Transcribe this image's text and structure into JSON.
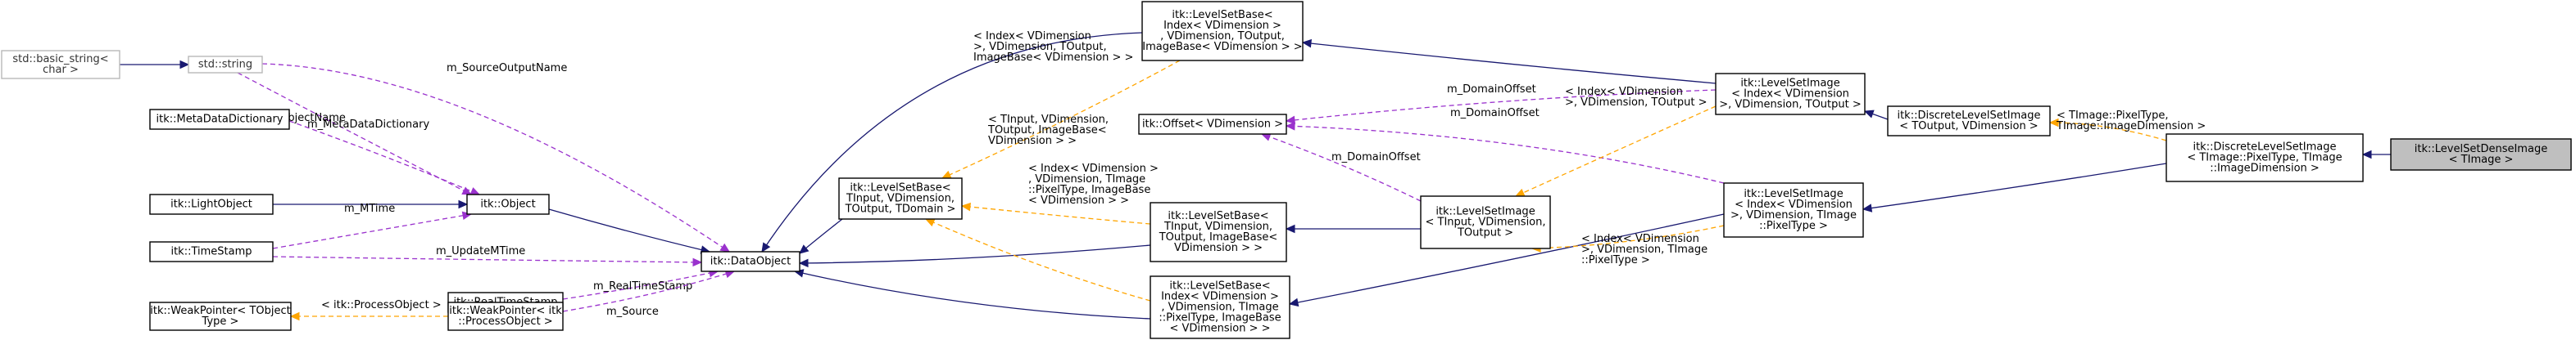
{
  "nodes": [
    {
      "id": "basic_string",
      "lines": [
        "std::basic_string<",
        "char >"
      ],
      "style": "light"
    },
    {
      "id": "string",
      "lines": [
        "std::string"
      ],
      "style": "light"
    },
    {
      "id": "MetaDataDictionary",
      "lines": [
        "itk::MetaDataDictionary"
      ]
    },
    {
      "id": "LightObject",
      "lines": [
        "itk::LightObject"
      ]
    },
    {
      "id": "TimeStamp",
      "lines": [
        "itk::TimeStamp"
      ]
    },
    {
      "id": "Object",
      "lines": [
        "itk::Object"
      ]
    },
    {
      "id": "DataObject",
      "lines": [
        "itk::DataObject"
      ]
    },
    {
      "id": "RealTimeStamp",
      "lines": [
        "itk::RealTimeStamp"
      ]
    },
    {
      "id": "WeakPointerT",
      "lines": [
        "itk::WeakPointer< TObject",
        "Type >"
      ]
    },
    {
      "id": "WeakPointerPO",
      "lines": [
        "itk::WeakPointer< itk",
        "::ProcessObject >"
      ]
    },
    {
      "id": "LSB_generic",
      "lines": [
        "itk::LevelSetBase<",
        "TInput, VDimension,",
        "TOutput, TDomain >"
      ]
    },
    {
      "id": "LSB_index_out",
      "lines": [
        "itk::LevelSetBase<",
        "Index< VDimension >",
        ", VDimension, TOutput,",
        "ImageBase< VDimension > >"
      ]
    },
    {
      "id": "LSB_input_img",
      "lines": [
        "itk::LevelSetBase<",
        "TInput, VDimension,",
        "TOutput, ImageBase<",
        "VDimension > >"
      ]
    },
    {
      "id": "LSB_index_pix",
      "lines": [
        "itk::LevelSetBase<",
        "Index< VDimension >",
        ", VDimension, TImage",
        "::PixelType, ImageBase",
        "< VDimension > >"
      ]
    },
    {
      "id": "Offset",
      "lines": [
        "itk::Offset< VDimension >"
      ]
    },
    {
      "id": "LSI_generic",
      "lines": [
        "itk::LevelSetImage",
        "< TInput, VDimension,",
        "TOutput >"
      ]
    },
    {
      "id": "LSI_index_out",
      "lines": [
        "itk::LevelSetImage",
        "< Index< VDimension",
        ">, VDimension, TOutput >"
      ]
    },
    {
      "id": "LSI_index_pix",
      "lines": [
        "itk::LevelSetImage",
        "< Index< VDimension",
        ">, VDimension, TImage",
        "::PixelType >"
      ]
    },
    {
      "id": "DiscreteLSI_generic",
      "lines": [
        "itk::DiscreteLevelSetImage",
        "< TOutput, VDimension >"
      ]
    },
    {
      "id": "DiscreteLSI_pix",
      "lines": [
        "itk::DiscreteLevelSetImage",
        "< TImage::PixelType, TImage",
        "::ImageDimension >"
      ]
    },
    {
      "id": "LSDenseImage",
      "lines": [
        "itk::LevelSetDenseImage",
        "< TImage >"
      ],
      "style": "root"
    }
  ],
  "edges": [
    {
      "from": "basic_string",
      "to": "string",
      "kind": "inherit"
    },
    {
      "from": "string",
      "to": "Object",
      "kind": "usage",
      "label": [
        "m_ObjectName"
      ]
    },
    {
      "from": "string",
      "to": "DataObject",
      "kind": "usage",
      "label": [
        "m_SourceOutputName"
      ]
    },
    {
      "from": "MetaDataDictionary",
      "to": "Object",
      "kind": "usage",
      "label": [
        "m_MetaDataDictionary"
      ]
    },
    {
      "from": "LightObject",
      "to": "Object",
      "kind": "inherit"
    },
    {
      "from": "TimeStamp",
      "to": "Object",
      "kind": "usage",
      "label": [
        "m_MTime"
      ]
    },
    {
      "from": "TimeStamp",
      "to": "DataObject",
      "kind": "usage",
      "label": [
        "m_UpdateMTime"
      ]
    },
    {
      "from": "Object",
      "to": "DataObject",
      "kind": "inherit"
    },
    {
      "from": "RealTimeStamp",
      "to": "DataObject",
      "kind": "usage",
      "label": [
        "m_RealTimeStamp"
      ]
    },
    {
      "from": "WeakPointerT",
      "to": "WeakPointerPO",
      "kind": "template",
      "label": [
        "< itk::ProcessObject >"
      ]
    },
    {
      "from": "WeakPointerPO",
      "to": "DataObject",
      "kind": "usage",
      "label": [
        "m_Source"
      ]
    },
    {
      "from": "DataObject",
      "to": "LSB_generic",
      "kind": "inherit"
    },
    {
      "from": "DataObject",
      "to": "LSB_index_out",
      "kind": "inherit"
    },
    {
      "from": "DataObject",
      "to": "LSB_input_img",
      "kind": "inherit"
    },
    {
      "from": "DataObject",
      "to": "LSB_index_pix",
      "kind": "inherit"
    },
    {
      "from": "LSB_generic",
      "to": "LSB_index_out",
      "kind": "template",
      "label": [
        "< Index< VDimension",
        ">, VDimension, TOutput,",
        "ImageBase< VDimension > >"
      ]
    },
    {
      "from": "LSB_generic",
      "to": "LSB_input_img",
      "kind": "template",
      "label": [
        "< TInput, VDimension,",
        "TOutput, ImageBase<",
        "VDimension > >"
      ]
    },
    {
      "from": "LSB_generic",
      "to": "LSB_index_pix",
      "kind": "template",
      "label": [
        "< Index< VDimension >",
        ", VDimension, TImage",
        "::PixelType, ImageBase",
        "< VDimension > >"
      ]
    },
    {
      "from": "LSB_index_out",
      "to": "LSI_index_out",
      "kind": "inherit"
    },
    {
      "from": "LSB_input_img",
      "to": "LSI_generic",
      "kind": "inherit"
    },
    {
      "from": "LSB_index_pix",
      "to": "LSI_index_pix",
      "kind": "inherit"
    },
    {
      "from": "Offset",
      "to": "LSI_generic",
      "kind": "usage",
      "label": [
        "m_DomainOffset"
      ]
    },
    {
      "from": "Offset",
      "to": "LSI_index_out",
      "kind": "usage",
      "label": [
        "m_DomainOffset"
      ]
    },
    {
      "from": "Offset",
      "to": "LSI_index_pix",
      "kind": "usage",
      "label": [
        "m_DomainOffset"
      ]
    },
    {
      "from": "LSI_generic",
      "to": "LSI_index_out",
      "kind": "template",
      "label": [
        "< Index< VDimension",
        ">, VDimension, TOutput >"
      ]
    },
    {
      "from": "LSI_generic",
      "to": "LSI_index_pix",
      "kind": "template",
      "label": [
        "< Index< VDimension",
        ">, VDimension, TImage",
        "::PixelType >"
      ]
    },
    {
      "from": "LSI_index_out",
      "to": "DiscreteLSI_generic",
      "kind": "inherit"
    },
    {
      "from": "DiscreteLSI_generic",
      "to": "DiscreteLSI_pix",
      "kind": "template",
      "label": [
        "< TImage::PixelType,",
        "TImage::ImageDimension >"
      ]
    },
    {
      "from": "LSI_index_pix",
      "to": "DiscreteLSI_pix",
      "kind": "inherit"
    },
    {
      "from": "DiscreteLSI_pix",
      "to": "LSDenseImage",
      "kind": "inherit"
    }
  ]
}
